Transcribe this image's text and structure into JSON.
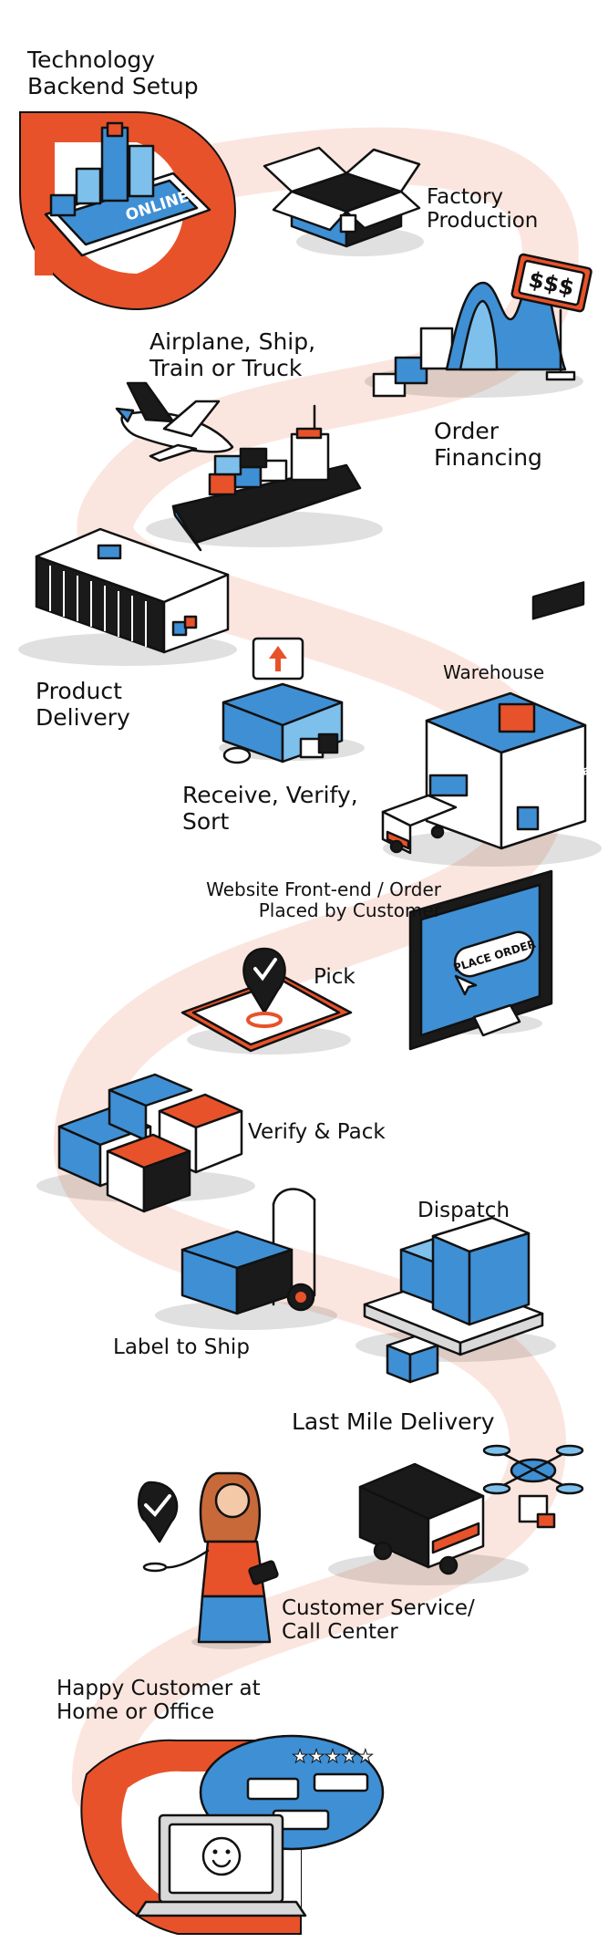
{
  "steps": {
    "tech_backend": "Technology\nBackend Setup",
    "factory_production": "Factory\nProduction",
    "order_financing": "Order\nFinancing",
    "transport": "Airplane, Ship,\nTrain or Truck",
    "product_delivery": "Product\nDelivery",
    "warehouse": "Warehouse",
    "receive_verify_sort": "Receive, Verify,\nSort",
    "website_order": "Website Front-end / Order\nPlaced by Customer",
    "pick": "Pick",
    "verify_pack": "Verify & Pack",
    "dispatch": "Dispatch",
    "label_to_ship": "Label to Ship",
    "last_mile": "Last Mile Delivery",
    "customer_service": "Customer Service/\nCall Center",
    "happy_customer": "Happy Customer at\nHome or Office"
  },
  "illustration_text": {
    "online": "ONLINE",
    "price": "$$$",
    "warehouse_sign": "WAREHOUSE",
    "place_order": "PLACE ORDER"
  },
  "icons": {
    "pin": "check-pin-icon",
    "stars": "★★★★★"
  },
  "colors": {
    "accent": "#e8522a",
    "blue": "#3f8fd4",
    "path": "#fbe6df",
    "ink": "#111111"
  }
}
